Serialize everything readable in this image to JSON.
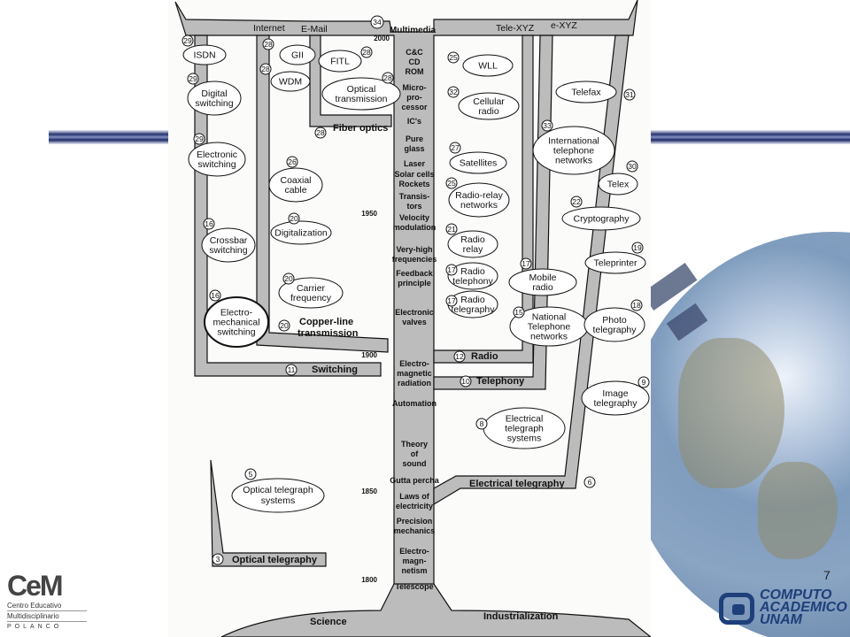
{
  "slide": {
    "page_number": "7",
    "logo_cem": {
      "mark": "CeM",
      "line1": "Centro Educativo",
      "line2": "Multidisciplinario",
      "line3": "POLANCO"
    },
    "logo_computo": {
      "line1": "COMPUTO",
      "line2": "ACADEMICO",
      "line3": "UNAM"
    }
  },
  "diagram": {
    "top": {
      "internet": "Internet",
      "email": "E-Mail",
      "multimedia": "Multimedia",
      "multimedia_num": "34",
      "tele_xyz": "Tele-XYZ",
      "e_xyz": "e-XYZ"
    },
    "trunk": [
      "C&C",
      "CD",
      "ROM",
      "Micro-",
      "pro-",
      "cessor",
      "IC's",
      "Pure",
      "glass",
      "Laser",
      "Solar cells",
      "Rockets",
      "Transis-",
      "tors",
      "Velocity",
      "modulation",
      "Very-high",
      "frequencies",
      "Feedback",
      "principle",
      "Electronic",
      "valves",
      "Electro-",
      "magnetic",
      "radiation",
      "Automation",
      "Theory",
      "of",
      "sound",
      "Gutta percha",
      "Laws of",
      "electricity",
      "Precision",
      "mechanics",
      "Electro-",
      "magn-",
      "netism",
      "Telescope"
    ],
    "years": [
      "2000",
      "1950",
      "1900",
      "1850",
      "1800"
    ],
    "branches": {
      "fiber_optics": "Fiber optics",
      "fiber_optics_num": "28",
      "copper_line_1": "Copper-line",
      "copper_line_2": "transmission",
      "copper_num": "20",
      "switching": "Switching",
      "switching_num": "11",
      "radio": "Radio",
      "radio_num": "12",
      "telephony": "Telephony",
      "telephony_num": "10",
      "electrical_telegraphy": "Electrical telegraphy",
      "electrical_telegraphy_num": "6",
      "optical_telegraphy": "Optical telegraphy",
      "optical_telegraphy_num": "3",
      "science": "Science",
      "industrialization": "Industrialization"
    },
    "left_nodes": [
      {
        "num": "29",
        "l1": "ISDN",
        "l2": ""
      },
      {
        "num": "29",
        "l1": "Digital",
        "l2": "switching"
      },
      {
        "num": "29",
        "l1": "Electronic",
        "l2": "switching"
      },
      {
        "num": "16",
        "l1": "Crossbar",
        "l2": "switching"
      },
      {
        "num": "16",
        "l1": "Electro-",
        "l2": "mechanical",
        "l3": "switching"
      }
    ],
    "mid_left_nodes": [
      {
        "num": "28",
        "l1": "GII",
        "l2": ""
      },
      {
        "num": "28",
        "l1": "WDM",
        "l2": ""
      },
      {
        "num": "28",
        "l1": "FITL",
        "l2": ""
      },
      {
        "num": "28",
        "l1": "Optical",
        "l2": "transmission"
      },
      {
        "num": "26",
        "l1": "Coaxial",
        "l2": "cable"
      },
      {
        "num": "20",
        "l1": "Digitalization",
        "l2": ""
      },
      {
        "num": "20",
        "l1": "Carrier",
        "l2": "frequency"
      }
    ],
    "right_nodes": [
      {
        "num": "25",
        "l1": "WLL",
        "l2": ""
      },
      {
        "num": "32",
        "l1": "Cellular",
        "l2": "radio"
      },
      {
        "num": "27",
        "l1": "Satellites",
        "l2": ""
      },
      {
        "num": "25",
        "l1": "Radio-relay",
        "l2": "networks"
      },
      {
        "num": "21",
        "l1": "Radio",
        "l2": "relay"
      },
      {
        "num": "17",
        "l1": "Radio",
        "l2": "telephony"
      },
      {
        "num": "17",
        "l1": "Radio",
        "l2": "telegraphy"
      },
      {
        "num": "17",
        "l1": "Mobile",
        "l2": "radio"
      },
      {
        "num": "15",
        "l1": "National",
        "l2": "Telephone",
        "l3": "networks"
      },
      {
        "num": "33",
        "l1": "International",
        "l2": "telephone",
        "l3": "networks"
      },
      {
        "num": "8",
        "l1": "Electrical",
        "l2": "telegraph",
        "l3": "systems"
      }
    ],
    "far_right_nodes": [
      {
        "num": "31",
        "l1": "Telefax",
        "l2": ""
      },
      {
        "num": "30",
        "l1": "Telex",
        "l2": ""
      },
      {
        "num": "22",
        "l1": "Cryptography",
        "l2": ""
      },
      {
        "num": "19",
        "l1": "Teleprinter",
        "l2": ""
      },
      {
        "num": "18",
        "l1": "Photo",
        "l2": "telegraphy"
      },
      {
        "num": "9",
        "l1": "Image",
        "l2": "telegraphy"
      }
    ],
    "optical_node": {
      "num": "5",
      "l1": "Optical telegraph",
      "l2": "systems"
    }
  }
}
